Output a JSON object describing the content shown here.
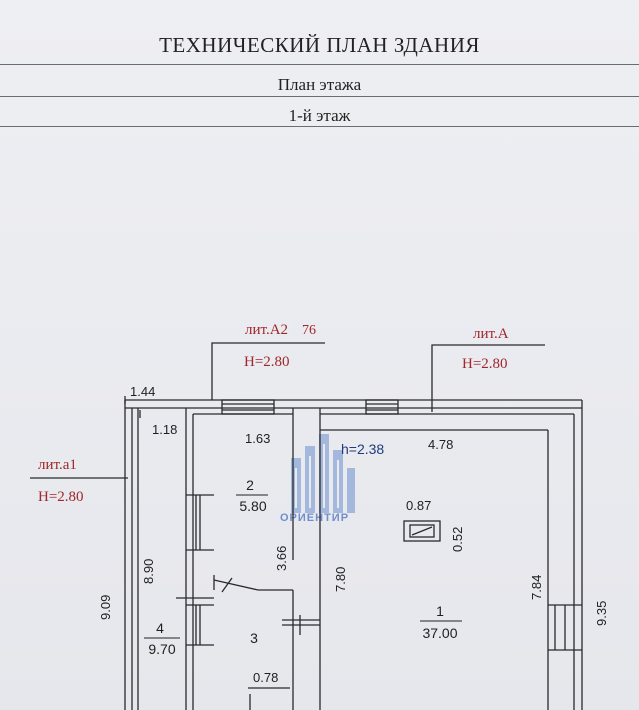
{
  "header": {
    "title": "ТЕХНИЧЕСКИЙ ПЛАН ЗДАНИЯ",
    "subtitle": "План этажа",
    "floor": "1-й этаж"
  },
  "labels": {
    "lit_a2": "лит.А2",
    "lit_a2_extra": "76",
    "lit_a2_h": "H=2.80",
    "lit_a": "лит.А",
    "lit_a_h": "H=2.80",
    "lit_a1": "лит.а1",
    "lit_a1_h": "H=2.80"
  },
  "dimensions": {
    "d144": "1.44",
    "d118": "1.18",
    "d163": "1.63",
    "h238": "h=2.38",
    "d478": "4.78",
    "d087": "0.87",
    "d052": "0.52",
    "d366": "3.66",
    "d780": "7.80",
    "d784": "7.84",
    "d890": "8.90",
    "d909": "9.09",
    "d935": "9.35",
    "d078": "0.78"
  },
  "rooms": {
    "r2_num": "2",
    "r2_area": "5.80",
    "r1_num": "1",
    "r1_area": "37.00",
    "r4_num": "4",
    "r4_area": "9.70",
    "r3_num": "3"
  },
  "watermark": {
    "text": "ОРИЕНТИР"
  },
  "colors": {
    "annotation_red": "#a0272b",
    "ink": "#1f1f22",
    "watermark_blue": "#5a7fc4"
  }
}
